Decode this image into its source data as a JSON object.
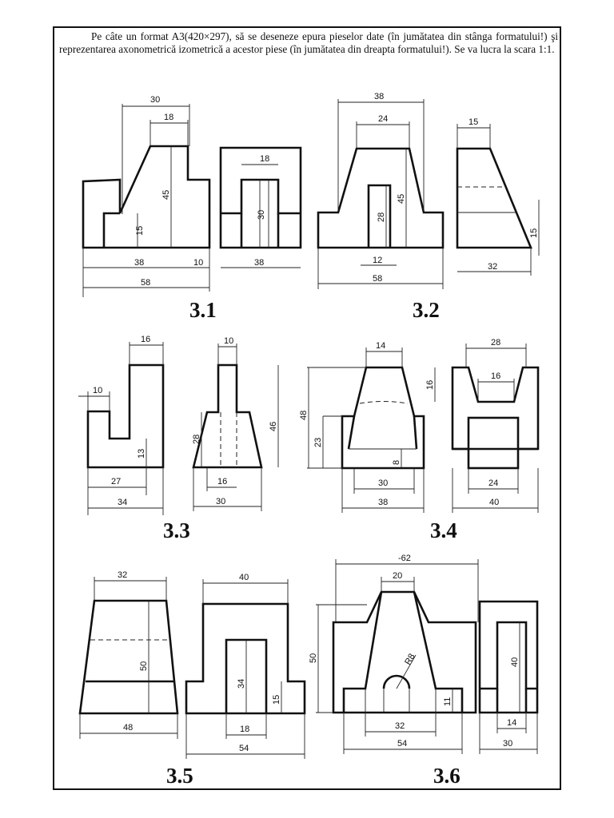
{
  "instructions": "Pe câte un format A3(420×297), să se deseneze epura pieselor date (în jumătatea din stânga formatului!) şi reprezentarea axonometrică izometrică a acestor piese (în jumătatea din dreapta formatului!). Se va lucra la scara 1:1.",
  "figures": [
    {
      "label": "3.1",
      "dims": [
        "30",
        "18",
        "45",
        "15",
        "38",
        "10",
        "58",
        "18",
        "30",
        "38"
      ]
    },
    {
      "label": "3.2",
      "dims": [
        "38",
        "24",
        "45",
        "28",
        "12",
        "58",
        "15",
        "15",
        "32"
      ]
    },
    {
      "label": "3.3",
      "dims": [
        "16",
        "10",
        "13",
        "27",
        "34",
        "10",
        "28",
        "46",
        "16",
        "30"
      ]
    },
    {
      "label": "3.4",
      "dims": [
        "14",
        "48",
        "23",
        "8",
        "30",
        "38",
        "28",
        "16",
        "16",
        "24",
        "40"
      ]
    },
    {
      "label": "3.5",
      "dims": [
        "32",
        "50",
        "48",
        "40",
        "34",
        "15",
        "18",
        "54"
      ]
    },
    {
      "label": "3.6",
      "dims": [
        "-62",
        "20",
        "50",
        "R8",
        "11",
        "32",
        "54",
        "40",
        "14",
        "30"
      ]
    }
  ]
}
